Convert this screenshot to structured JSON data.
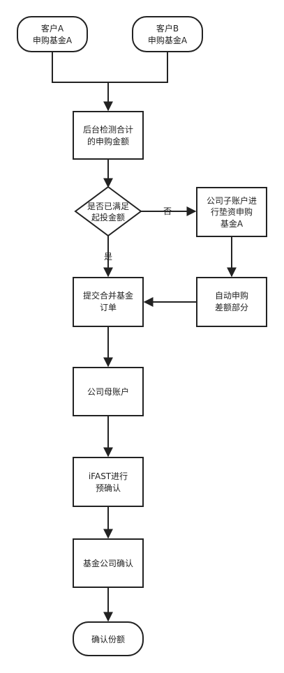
{
  "nodes": {
    "customer_a": {
      "line1": "客户A",
      "line2": "申购基金A"
    },
    "customer_b": {
      "line1": "客户B",
      "line2": "申购基金A"
    },
    "backend_check": {
      "line1": "后台检测合计",
      "line2": "的申购金额"
    },
    "decision": {
      "line1": "是否已满足",
      "line2": "起投金额"
    },
    "sub_account": {
      "line1": "公司子账户进",
      "line2": "行垫资申购",
      "line3": "基金A"
    },
    "auto_purchase": {
      "line1": "自动申购",
      "line2": "差额部分"
    },
    "merge_order": {
      "line1": "提交合并基金",
      "line2": "订单"
    },
    "parent_account": {
      "line1": "公司母账户"
    },
    "ifast_confirm": {
      "line1": "iFAST进行",
      "line2": "预确认"
    },
    "fund_company": {
      "line1": "基金公司确认"
    },
    "confirm_share": {
      "line1": "确认份额"
    }
  },
  "edge_labels": {
    "no": "否",
    "yes": "是"
  },
  "colors": {
    "stroke": "#222222",
    "fill": "#ffffff"
  }
}
